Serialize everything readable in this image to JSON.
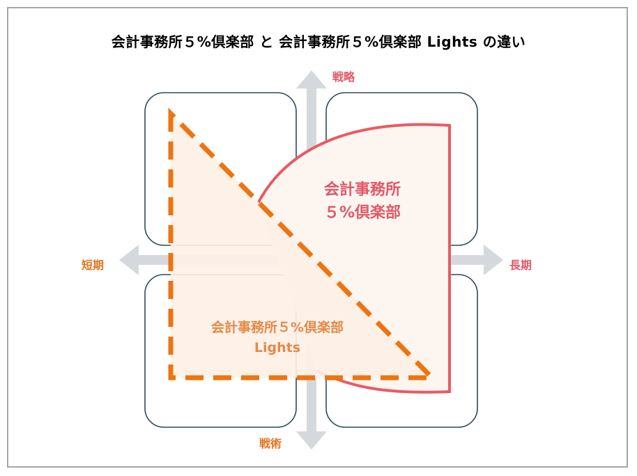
{
  "title": "会計事務所５%倶楽部 と 会計事務所５%倶楽部 Lights の違い",
  "axes": {
    "top": "戦略",
    "bottom": "戦術",
    "left": "短期",
    "right": "長期"
  },
  "regions": {
    "club_line1": "会計事務所",
    "club_line2": "５%倶楽部",
    "lights_line1": "会計事務所５%倶楽部",
    "lights_line2": "Lights"
  },
  "colors": {
    "red": "#e85b64",
    "orange": "#ee7410",
    "quadrant_border": "#2e4a59",
    "arrow": "#d5d8dd"
  }
}
